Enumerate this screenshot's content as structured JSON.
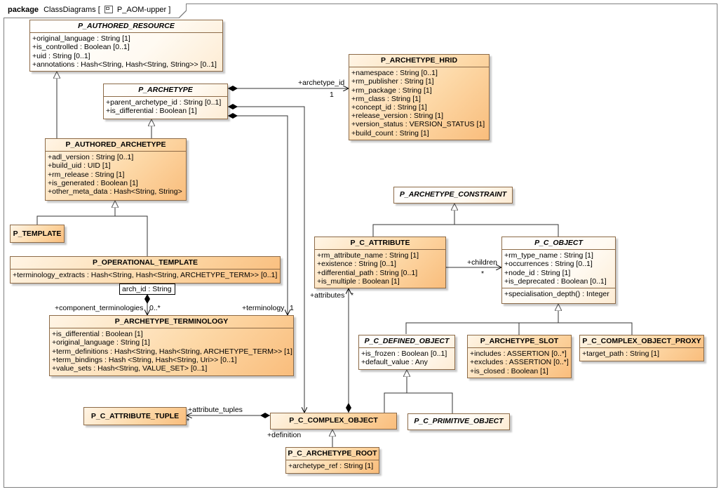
{
  "frame": {
    "keyword": "package",
    "name": "ClassDiagrams [",
    "diagram_name": "P_AOM-upper ]",
    "diagram_icon": "class-diagram-icon"
  },
  "classes": {
    "p_authored_resource": {
      "name": "P_AUTHORED_RESOURCE",
      "attributes": [
        "+original_language : String [1]",
        "+is_controlled : Boolean [0..1]",
        "+uid : String [0..1]",
        "+annotations : Hash<String, Hash<String, String>> [0..1]"
      ]
    },
    "p_archetype": {
      "name": "P_ARCHETYPE",
      "attributes": [
        "+parent_archetype_id : String [0..1]",
        "+is_differential : Boolean [1]"
      ]
    },
    "p_archetype_hrid": {
      "name": "P_ARCHETYPE_HRID",
      "attributes": [
        "+namespace : String [0..1]",
        "+rm_publisher : String [1]",
        "+rm_package : String [1]",
        "+rm_class : String [1]",
        "+concept_id : String [1]",
        "+release_version : String [1]",
        "+version_status : VERSION_STATUS [1]",
        "+build_count : String [1]"
      ]
    },
    "p_authored_archetype": {
      "name": "P_AUTHORED_ARCHETYPE",
      "attributes": [
        "+adl_version : String [0..1]",
        "+build_uid : UID [1]",
        "+rm_release : String [1]",
        "+is_generated : Boolean [1]",
        "+other_meta_data : Hash<String, String>"
      ]
    },
    "p_template": {
      "name": "P_TEMPLATE"
    },
    "p_operational_template": {
      "name": "P_OPERATIONAL_TEMPLATE",
      "attributes": [
        "+terminology_extracts : Hash<String, Hash<String, ARCHETYPE_TERM>> [0..1]"
      ]
    },
    "p_archetype_terminology": {
      "name": "P_ARCHETYPE_TERMINOLOGY",
      "attributes": [
        "+is_differential : Boolean [1]",
        "+original_language : String [1]",
        "+term_definitions : Hash<String, Hash<String, ARCHETYPE_TERM>> [1]",
        "+term_bindings : Hash <String, Hash<String, Uri>> [0..1]",
        "+value_sets : Hash<String, VALUE_SET> [0..1]"
      ]
    },
    "p_archetype_constraint": {
      "name": "P_ARCHETYPE_CONSTRAINT"
    },
    "p_c_attribute": {
      "name": "P_C_ATTRIBUTE",
      "attributes": [
        "+rm_attribute_name : String [1]",
        "+existence : String [0..1]",
        "+differential_path : String [0..1]",
        "+is_multiple : Boolean [1]"
      ]
    },
    "p_c_object": {
      "name": "P_C_OBJECT",
      "attributes": [
        "+rm_type_name : String [1]",
        "+occurrences : String [0..1]",
        "+node_id : String [1]",
        "+is_deprecated : Boolean [0..1]"
      ],
      "operations": [
        "+specialisation_depth() : Integer"
      ]
    },
    "p_c_defined_object": {
      "name": "P_C_DEFINED_OBJECT",
      "attributes": [
        "+is_frozen : Boolean [0..1]",
        "+default_value : Any"
      ]
    },
    "p_archetype_slot": {
      "name": "P_ARCHETYPE_SLOT",
      "attributes": [
        "+includes : ASSERTION [0..*]",
        "+excludes : ASSERTION [0..*]",
        "+is_closed : Boolean [1]"
      ]
    },
    "p_c_complex_object_proxy": {
      "name": "P_C_COMPLEX_OBJECT_PROXY",
      "attributes": [
        "+target_path : String [1]"
      ]
    },
    "p_c_attribute_tuple": {
      "name": "P_C_ATTRIBUTE_TUPLE"
    },
    "p_c_complex_object": {
      "name": "P_C_COMPLEX_OBJECT"
    },
    "p_c_primitive_object": {
      "name": "P_C_PRIMITIVE_OBJECT"
    },
    "p_c_archetype_root": {
      "name": "P_C_ARCHETYPE_ROOT",
      "attributes": [
        "+archetype_ref : String [1]"
      ]
    }
  },
  "associations": {
    "archetype_id_role": "+archetype_id",
    "archetype_id_mult": "1",
    "children_role": "+children",
    "children_mult": "*",
    "attributes_role": "+attributes",
    "attributes_mult": "*",
    "component_terminologies_role": "+component_terminologies",
    "component_terminologies_mult": "0..*",
    "terminology_role": "+terminology",
    "terminology_mult": "1",
    "attribute_tuples_role": "+attribute_tuples",
    "attribute_tuples_mult": "*",
    "definition_role": "+definition",
    "qualifier": "arch_id : String"
  }
}
